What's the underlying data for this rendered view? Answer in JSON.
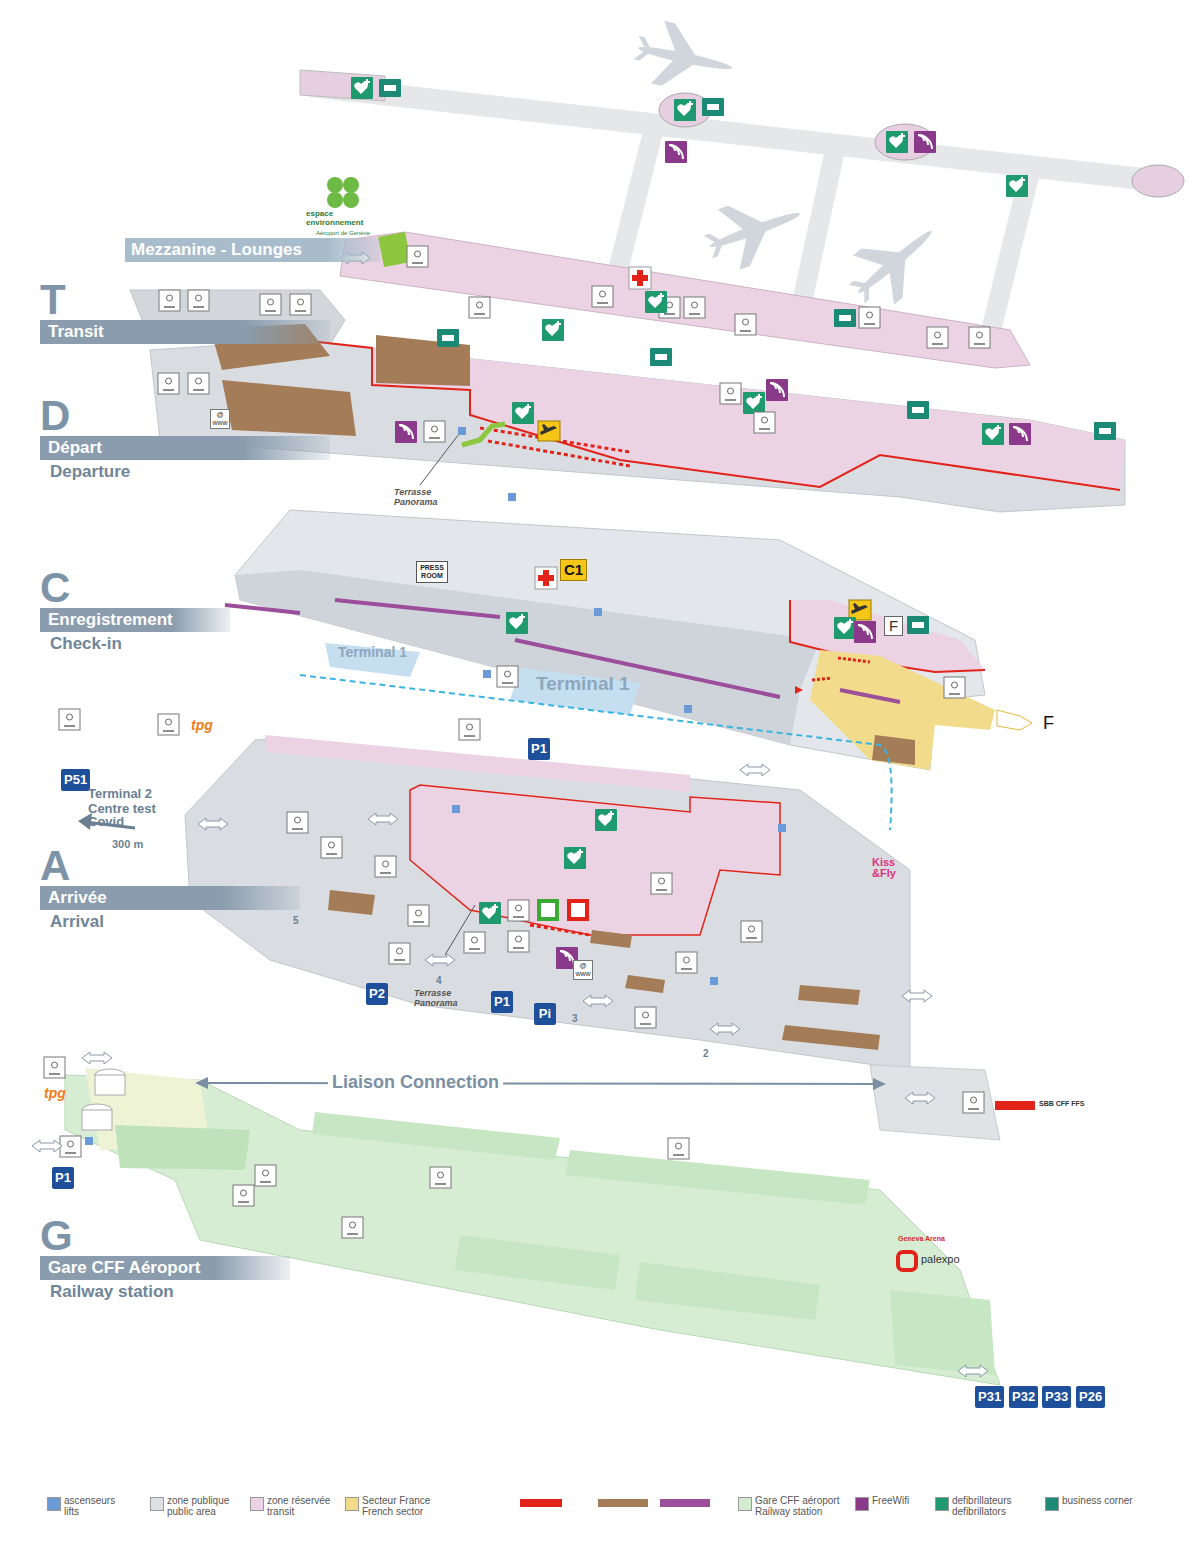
{
  "diagram": {
    "nodes": [
      {
        "text": [
          "Mezzanine - Lounges"
        ]
      },
      {
        "text": [
          "T",
          "Transit"
        ]
      },
      {
        "text": [
          "D",
          "Départ",
          "Departure"
        ]
      },
      {
        "text": [
          "PRESS ROOM"
        ]
      },
      {
        "text": [
          "C1"
        ]
      },
      {
        "text": [
          "F"
        ]
      },
      {
        "text": [
          "C",
          "Enregistrement",
          "Check-in"
        ]
      },
      {
        "text": [
          "P1"
        ]
      },
      {
        "text": [
          "P51"
        ]
      },
      {
        "text": [
          "A",
          "Arrivée",
          "Arrival"
        ]
      },
      {
        "text": [
          "P2"
        ]
      },
      {
        "text": [
          "P1"
        ]
      },
      {
        "text": [
          "Pi"
        ]
      },
      {
        "text": [
          "P1"
        ]
      },
      {
        "text": [
          "G",
          "Gare CFF Aéroport",
          "Railway station"
        ]
      },
      {
        "text": [
          "P31"
        ]
      },
      {
        "text": [
          "P32"
        ]
      },
      {
        "text": [
          "P33"
        ]
      },
      {
        "text": [
          "P26"
        ]
      }
    ],
    "labels": [
      "espace environnement",
      "Aéroport de Genève",
      "Terrasse Panorama",
      "Terminal 1",
      "Terminal 1",
      "F",
      "tpg",
      "Terminal 2",
      "Centre test Covid",
      "300 m",
      "Kiss &Fly",
      "5",
      "4",
      "Terrasse Panorama",
      "3",
      "2",
      "Liaison Connection",
      "tpg",
      "SBB CFF FFS",
      "Geneva Arena",
      "palexpo",
      "@ www",
      "@ www"
    ],
    "legend": [
      {
        "text": "ascenseurs lifts",
        "color": "#6a9bd8"
      },
      {
        "text": "zone publique public area",
        "color": "#dde1e6"
      },
      {
        "text": "zone réservée transit",
        "color": "#ecd3e4"
      },
      {
        "text": "Secteur France French sector",
        "color": "#f2dc8c"
      },
      {
        "text": "Gare CFF aéroport Railway station",
        "color": "#d3ebcf"
      },
      {
        "text": "FreeWifi",
        "color": "#8b3a8b"
      },
      {
        "text": "defibrillateurs defibrillators",
        "color": "#1f9a6e"
      },
      {
        "text": "business corner",
        "color": "#1a8a77"
      }
    ]
  }
}
